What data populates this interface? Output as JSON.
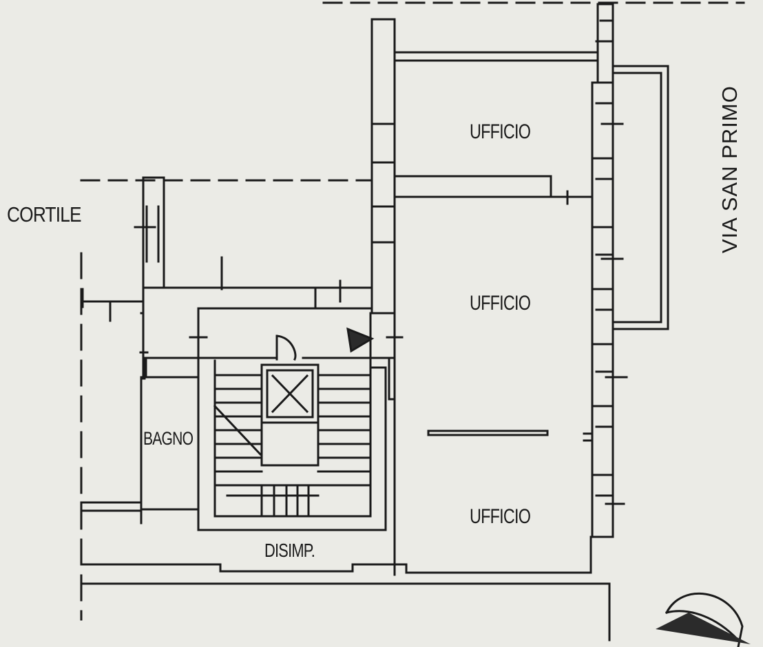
{
  "labels": {
    "street": "VIA SAN PRIMO",
    "courtyard": "CORTILE",
    "office_top": "UFFICIO",
    "office_middle": "UFFICIO",
    "office_bottom": "UFFICIO",
    "bathroom": "BAGNO",
    "hallway": "DISIMP."
  },
  "colors": {
    "paper": "#ebebe6",
    "ink": "#1a1a1a",
    "fill_dark": "#2b2b2b"
  },
  "icons": {
    "compass": "north-arrow-icon",
    "elevator": "elevator-x-icon"
  }
}
